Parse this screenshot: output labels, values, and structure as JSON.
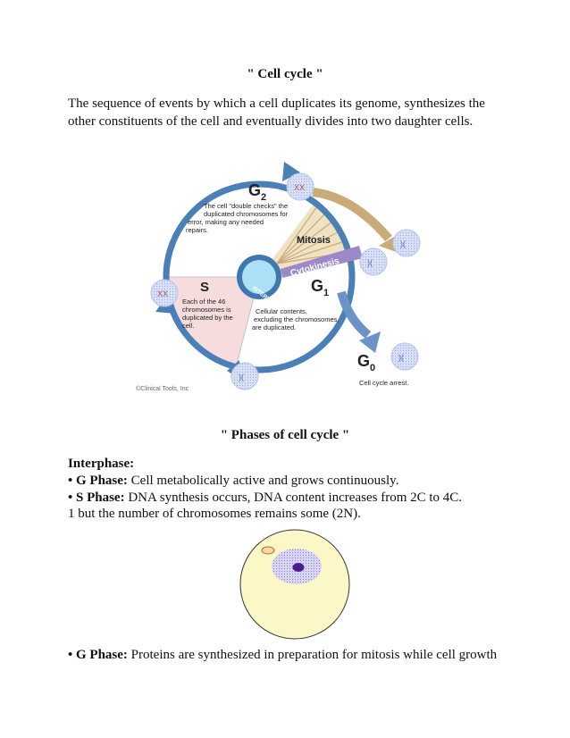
{
  "heading": "\" Cell cycle \"",
  "intro": "The sequence of events by which a cell duplicates its genome, synthesizes the other constituents of the cell and eventually divides into two daughter cells.",
  "diagram": {
    "g2_letter": "G",
    "g2_sub": "2",
    "g2_desc": [
      "The cell \"double checks\" the",
      "duplicated chromosomes for",
      "error, making any needed",
      "repairs."
    ],
    "mitosis": "Mitosis",
    "cytokinesis": "Cytokinesis",
    "interphase": "INTERPHASE",
    "s_label": "S",
    "s_desc": [
      "Each of the 46",
      "chromosomes is",
      "duplicated by the",
      "cell."
    ],
    "g1_letter": "G",
    "g1_sub": "1",
    "g1_desc": [
      "Cellular contents,",
      "excluding the chromosomes,",
      "are duplicated."
    ],
    "g0_letter": "G",
    "g0_sub": "0",
    "g0_desc": "Cell cycle arrest.",
    "credit": "©Clinical Tools, Inc",
    "colors": {
      "ring": "#4a7fb8",
      "mitosis_arrow": "#c9ab78",
      "s_region": "#f6dcdc",
      "nucleus": "#aee0f5",
      "cell_bubble": "#cfd8f3"
    }
  },
  "heading2": "\" Phases of cell cycle \"",
  "interphase_title": "Interphase:",
  "items": [
    {
      "bullet": "• G Phase:",
      "text": " Cell metabolically active and grows continuously."
    },
    {
      "bullet": "• S Phase:",
      "text": " DNA synthesis occurs, DNA content increases from 2C to 4C."
    }
  ],
  "note": "1 but the number of chromosomes remains some (2N).",
  "cell_figure": {
    "cytoplasm": "#fbf7c6",
    "nucleus": "#c9c7ec",
    "nucleolus": "#4a1e8c",
    "organelle": "#e0a040"
  },
  "last_item": {
    "bullet": "• G Phase:",
    "text": " Proteins are synthesized in preparation for mitosis while cell growth"
  }
}
